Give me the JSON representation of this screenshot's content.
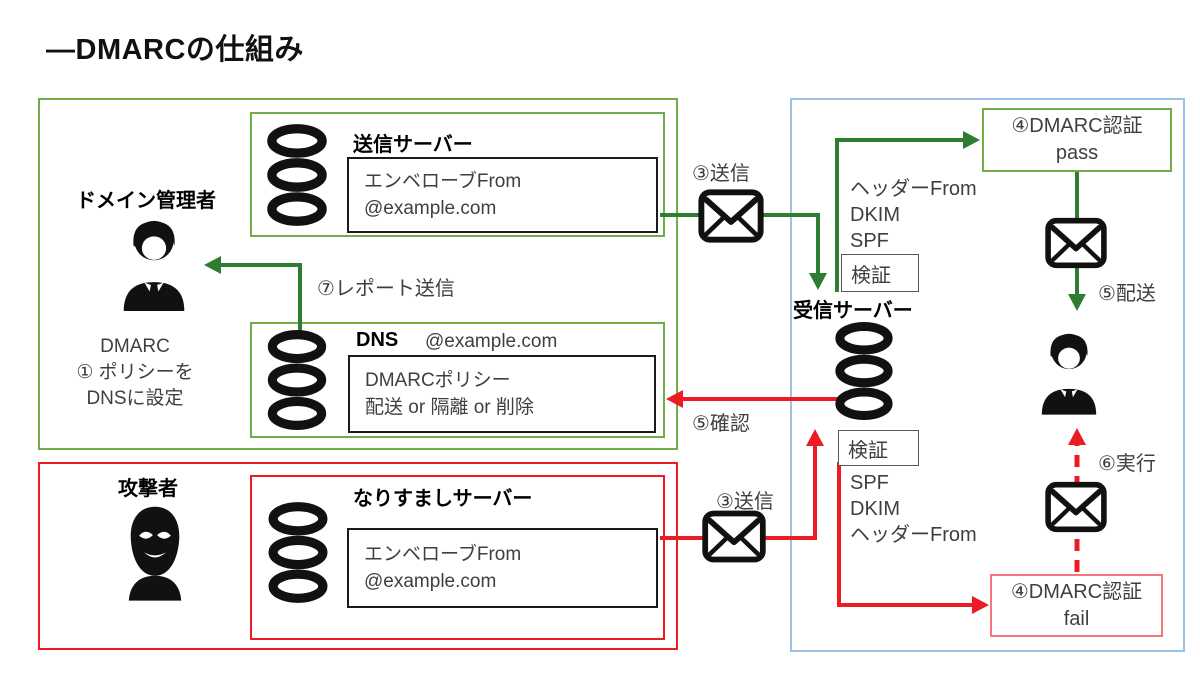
{
  "title": "—DMARCの仕組み",
  "domain_admin": {
    "label": "ドメイン管理者",
    "step1_lines": [
      "DMARC",
      "① ポリシーを",
      "DNSに設定"
    ],
    "report_label": "⑦レポート送信"
  },
  "send_server": {
    "title": "送信サーバー",
    "envelope_lines": [
      "エンベローブFrom",
      "@example.com"
    ]
  },
  "dns": {
    "title": "DNS",
    "domain": "@example.com",
    "policy_lines": [
      "DMARCポリシー",
      "配送 or 隔離 or 削除"
    ]
  },
  "attacker": {
    "label": "攻撃者",
    "server_title": "なりすましサーバー",
    "envelope_lines": [
      "エンベローブFrom",
      "@example.com"
    ]
  },
  "receiver": {
    "label": "受信サーバー",
    "verify_top_label": "検証",
    "verify_top_items": [
      "ヘッダーFrom",
      "DKIM",
      "SPF"
    ],
    "verify_bottom_label": "検証",
    "verify_bottom_items": [
      "SPF",
      "DKIM",
      "ヘッダーFrom"
    ],
    "pass_lines": [
      "④DMARC認証",
      "pass"
    ],
    "fail_lines": [
      "④DMARC認証",
      "fail"
    ]
  },
  "flow": {
    "send_top": "③送信",
    "send_bottom": "③送信",
    "check": "⑤確認",
    "deliver": "⑤配送",
    "execute": "⑥実行"
  },
  "colors": {
    "green_border": "#70AD47",
    "green_arrow": "#2E7D32",
    "red": "#EC1C24",
    "fail_border": "#F4777C",
    "blue_border": "#9CC2E5",
    "black_box": "#1A1A1A",
    "text_gray": "#3F3F3F"
  }
}
